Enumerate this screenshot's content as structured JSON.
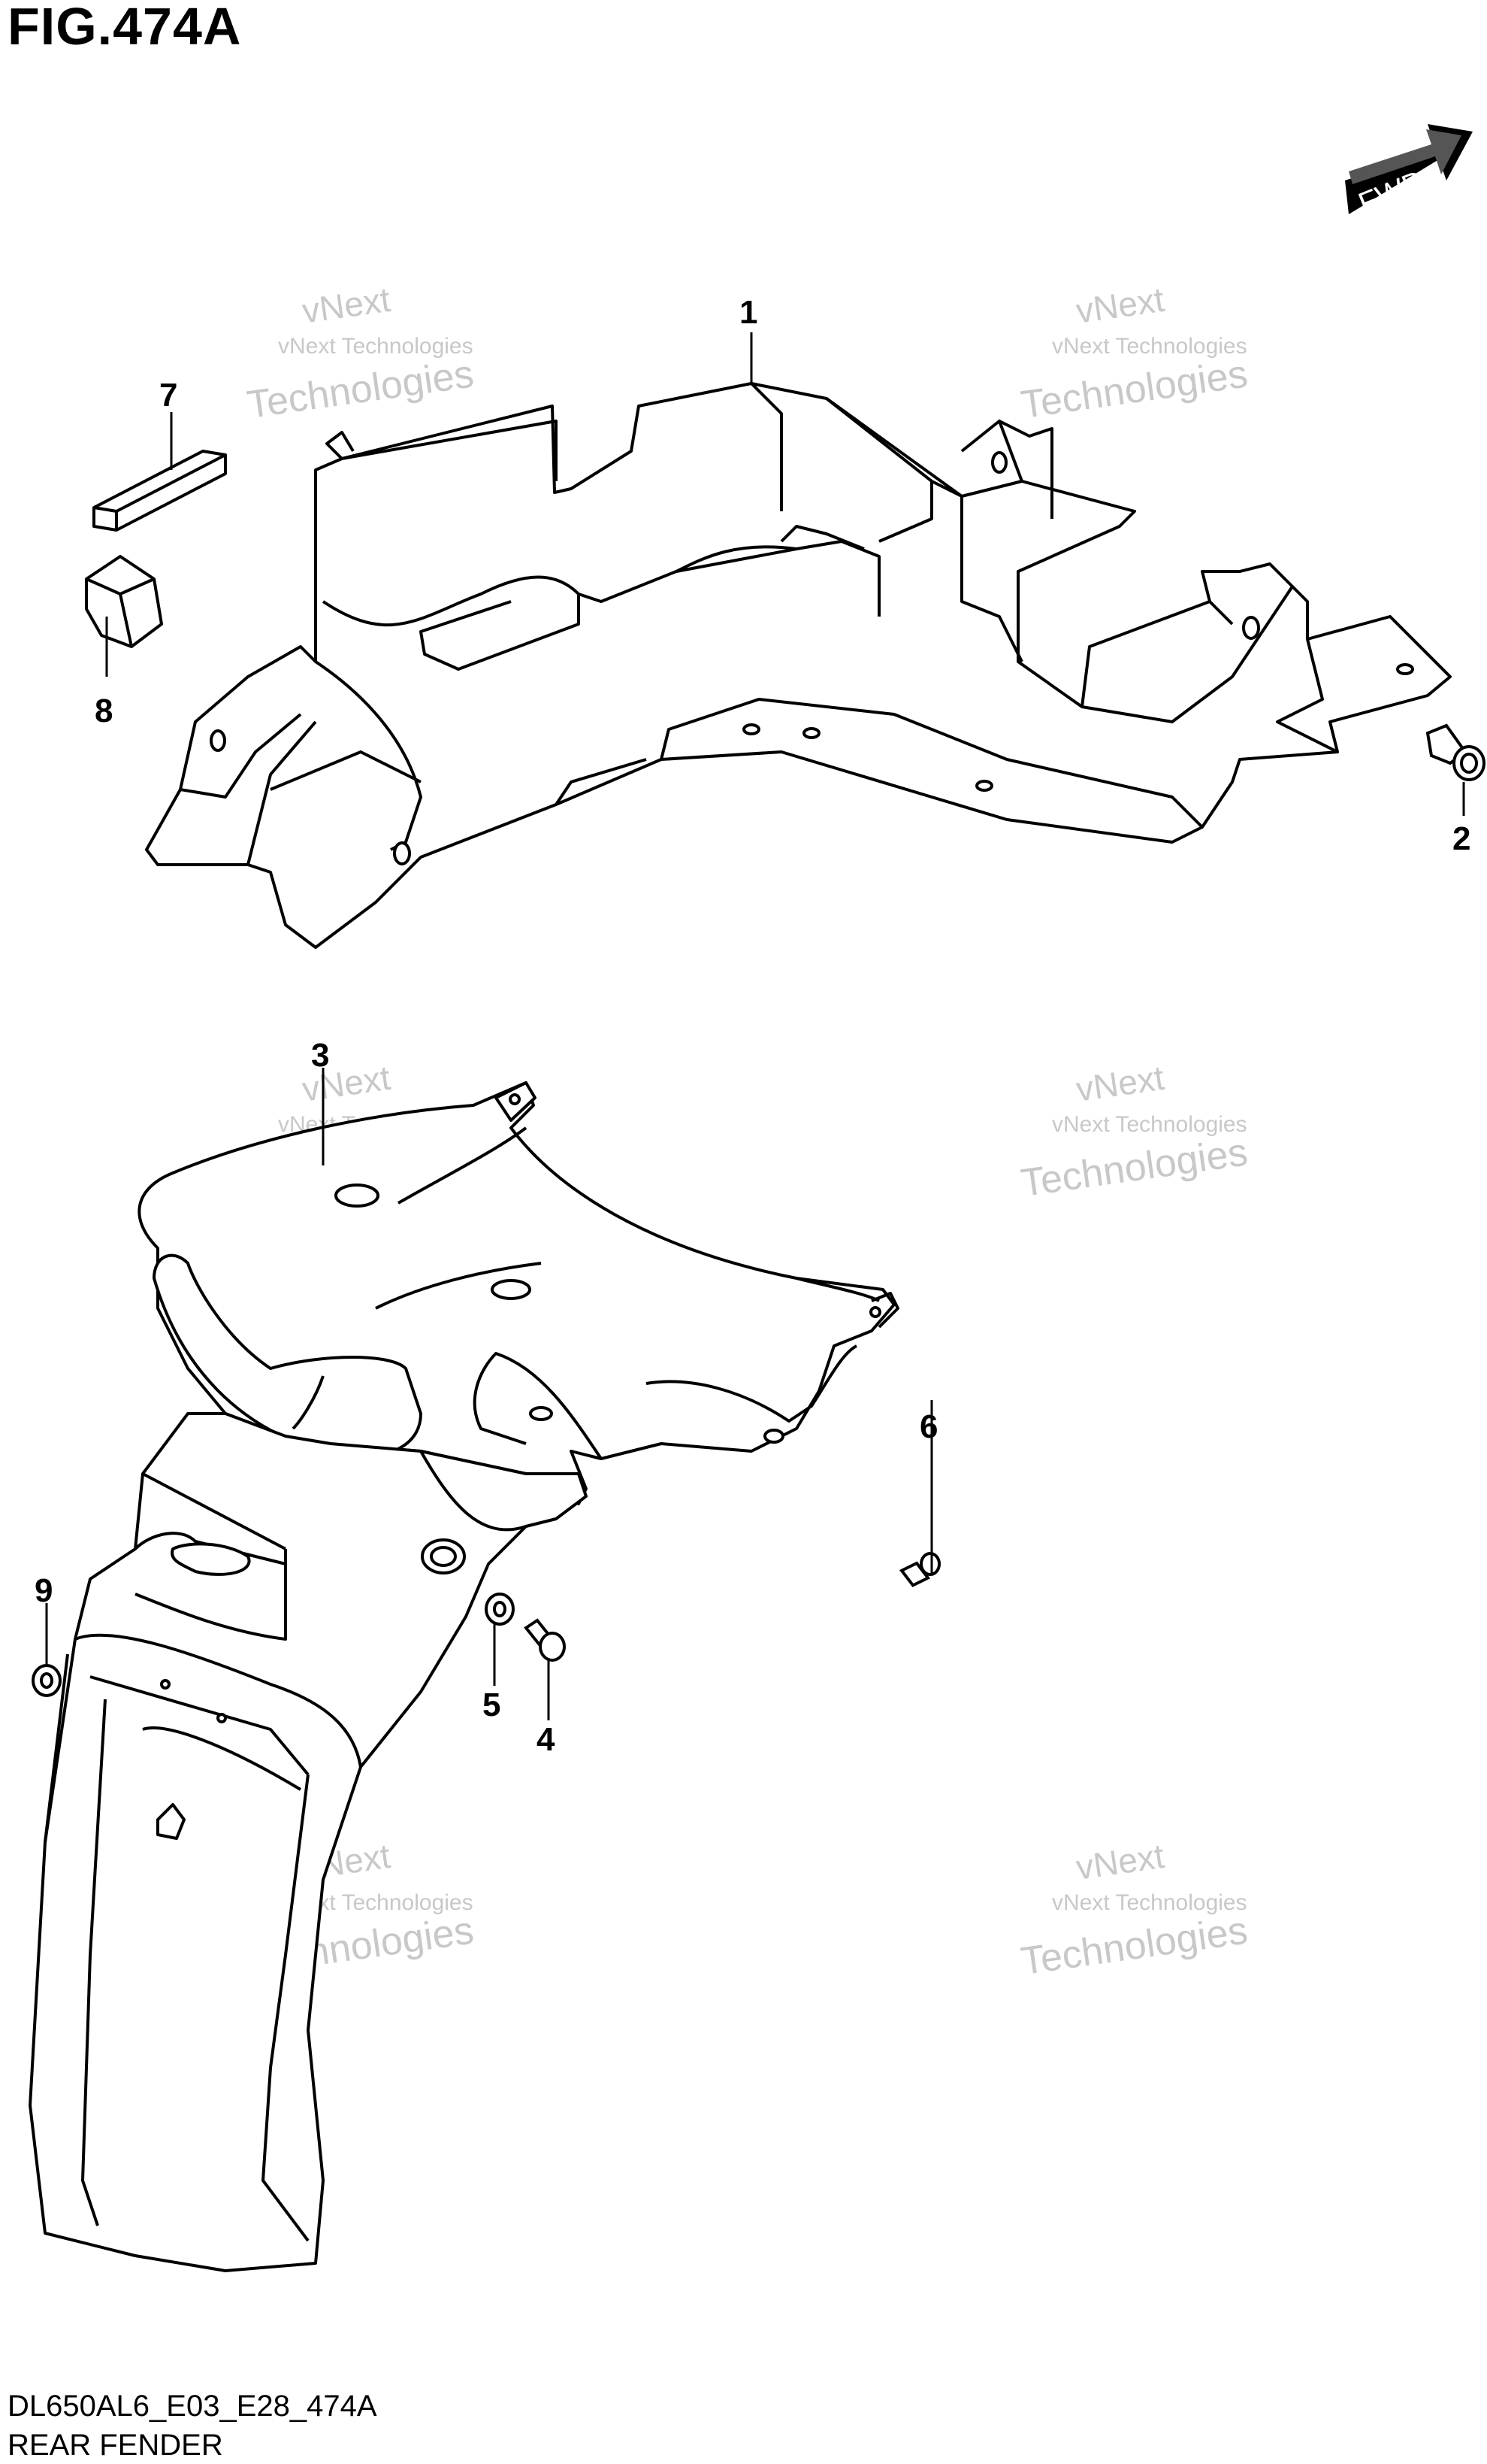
{
  "figure": {
    "title": "FIG.474A",
    "code": "DL650AL6_E03_E28_474A",
    "name": "REAR FENDER"
  },
  "orientation_badge": {
    "text": "FWD",
    "icon": "forward-arrow-icon"
  },
  "callouts": [
    "1",
    "2",
    "3",
    "4",
    "5",
    "6",
    "7",
    "8",
    "9"
  ],
  "watermark": {
    "line1": "vNext Technologies",
    "line2": "vNext",
    "line3": "Technologies"
  },
  "colors": {
    "line": "#000000",
    "background": "#ffffff",
    "watermark": "#c8c8c8"
  }
}
